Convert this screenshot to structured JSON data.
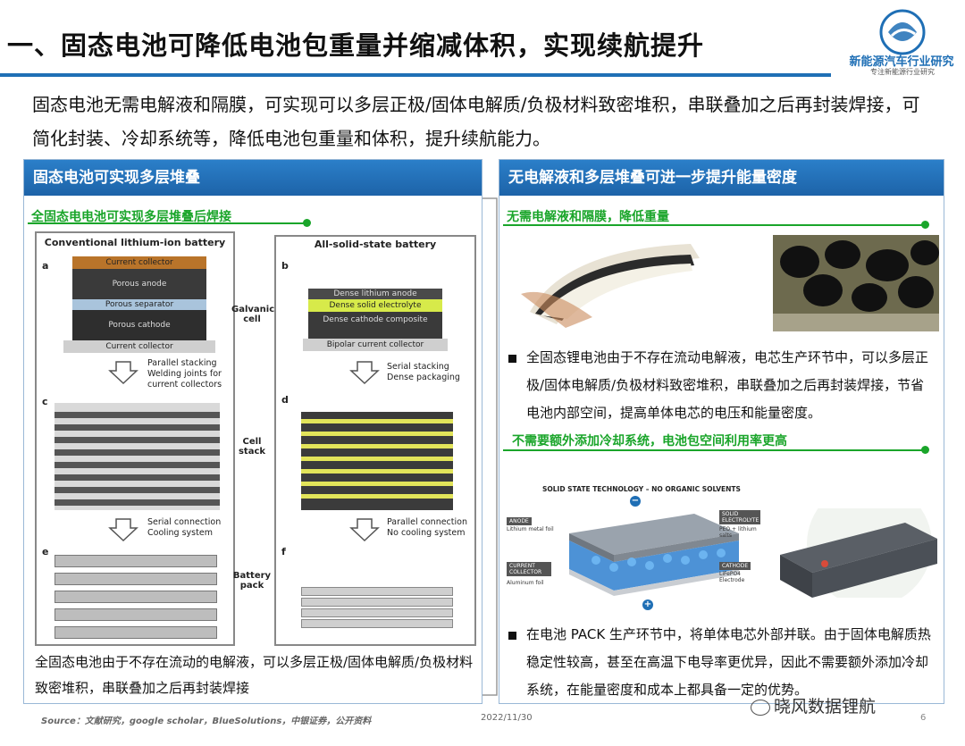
{
  "header": {
    "title": "一、固态电池可降低电池包重量并缩减体积，实现续航提升",
    "logo_name": "新能源汽车行业研究",
    "logo_sub": "专注新能源行业研究"
  },
  "intro": "固态电池无需电解液和隔膜，可实现可以多层正极/固体电解质/负极材料致密堆积，串联叠加之后再封装焊接，可简化封装、冷却系统等，降低电池包重量和体积，提升续航能力。",
  "left_panel": {
    "heading": "固态电池可实现多层堆叠",
    "subheading": "全固态电电池可实现多层堆叠后焊接",
    "figure": {
      "conv_title": "Conventional lithium-ion battery",
      "ss_title": "All-solid-state battery",
      "letters": {
        "a": "a",
        "b": "b",
        "c": "c",
        "d": "d",
        "e": "e",
        "f": "f"
      },
      "conv_layers": [
        "Current collector",
        "Porous anode",
        "Porous separator",
        "Porous cathode",
        "Current collector"
      ],
      "ss_layers": [
        "Dense lithium anode",
        "Dense solid electrolyte",
        "Dense cathode composite",
        "Bipolar current collector"
      ],
      "side_labels": {
        "galvanic": "Galvanic cell",
        "cell_stack": "Cell stack",
        "battery_pack": "Battery pack"
      },
      "conv_notes_1": [
        "Parallel stacking",
        "Welding joints for current collectors"
      ],
      "ss_notes_1": [
        "Serial stacking",
        "Dense packaging"
      ],
      "conv_notes_2": [
        "Serial connection",
        "Cooling system"
      ],
      "ss_notes_2": [
        "Parallel connection",
        "No cooling system"
      ]
    },
    "caption": "全固态电池由于不存在流动的电解液，可以多层正极/固体电解质/负极材料致密堆积，串联叠加之后再封装焊接"
  },
  "right_panel": {
    "heading": "无电解液和多层堆叠可进一步提升能量密度",
    "subheading_1": "无需电解液和隔膜，降低重量",
    "bullet_1": "全固态锂电池由于不存在流动电解液，电芯生产环节中，可以多层正极/固体电解质/负极材料致密堆积，串联叠加之后再封装焊接，节省电池内部空间，提高单体电芯的电压和能量密度。",
    "subheading_2": "不需要额外添加冷却系统，电池包空间利用率更高",
    "diagram": {
      "title": "SOLID STATE TECHNOLOGY – NO ORGANIC SOLVENTS",
      "anode_label": "ANODE",
      "anode_desc": "Lithium metal foil",
      "current_collector_label": "CURRENT COLLECTOR",
      "current_collector_desc": "Aluminum foil",
      "electrolyte_label": "SOLID ELECTROLYTE",
      "electrolyte_desc": "PEO + lithium salts",
      "cathode_label": "CATHODE",
      "cathode_desc": "LiFePO4 Electrode",
      "minus": "−",
      "plus": "+"
    },
    "bullet_2": "在电池 PACK 生产环节中，将单体电芯外部并联。由于固体电解质热稳定性较高，甚至在高温下电导率更优异，因此不需要额外添加冷却系统，在能量密度和成本上都具备一定的优势。"
  },
  "footer": {
    "source": "Source：文献研究，google scholar，BlueSolutions，中银证券，公开资料",
    "date": "2022/11/30",
    "watermark": "晓风数据锂航",
    "page": "6"
  },
  "colors": {
    "accent_blue": "#1f6fb5",
    "accent_green": "#1aa52a"
  }
}
